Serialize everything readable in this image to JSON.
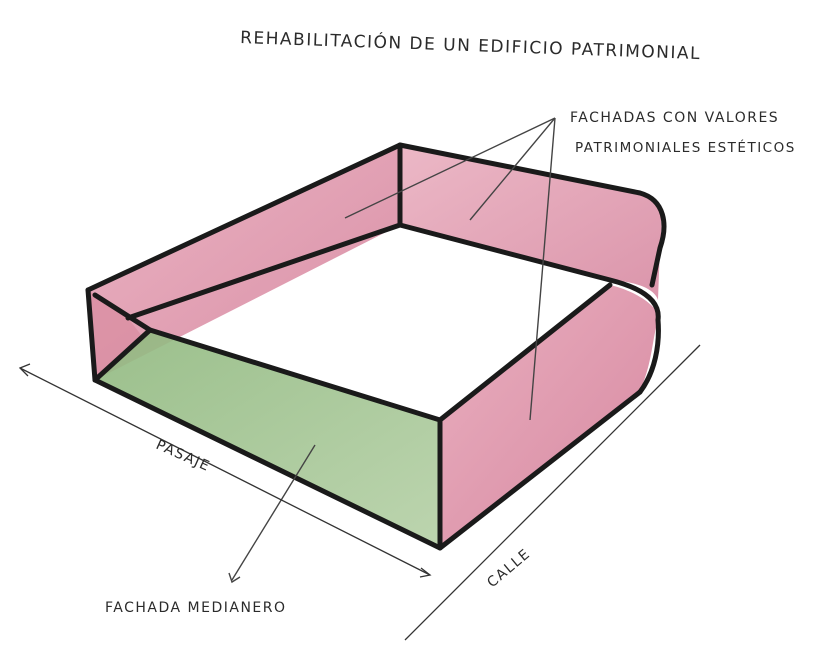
{
  "title": "REHABILITACIÓN DE UN EDIFICIO PATRIMONIAL",
  "labels": {
    "facades_heritage_line1": "FACHADAS CON VALORES",
    "facades_heritage_line2": "PATRIMONIALES ESTÉTICOS",
    "pasaje": "PASAJE",
    "calle": "CALLE",
    "medianera": "FACHADA MEDIANERO"
  },
  "colors": {
    "heritage_facade": "#d9829c",
    "party_wall_facade": "#9fc38d",
    "ink": "#1a1a1a"
  }
}
